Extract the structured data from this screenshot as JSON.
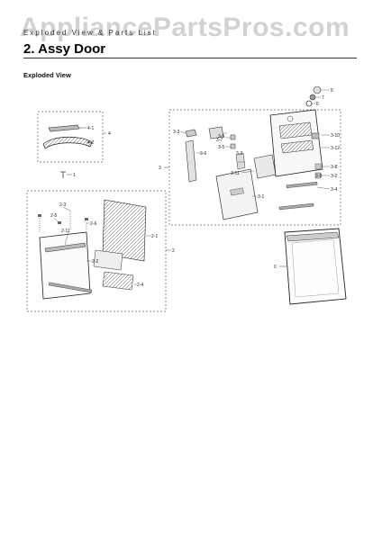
{
  "watermark": "AppliancePartsPros.com",
  "header": "Exploded View & Parts List",
  "section_title": "2.  Assy Door",
  "subtitle": "Exploded View",
  "callouts": {
    "c4_1": "4-1",
    "c4_2": "4-2",
    "c4": "4",
    "c1": "1",
    "c3_3": "3-3",
    "c3_7": "3-7",
    "c3_5": "3-5",
    "c3_6": "3-6",
    "c3_5b": "3-5",
    "c3_2": "3-2",
    "c3_11": "3-11",
    "c3_1": "3-1",
    "c3": "3",
    "c5": "5",
    "c7": "7",
    "c6": "6",
    "c3_10": "3-10",
    "c3_12": "3-12",
    "c3_8": "3-8",
    "c3_9": "3-9",
    "c3_2b": "3-2",
    "c3_4": "3-4",
    "c2_3": "2-3",
    "c2_5": "2-5",
    "c2_6": "2-6",
    "c2_11": "2-11",
    "c2_2": "2-2",
    "c2_1": "2-1",
    "c2_4": "2-4",
    "c2": "2",
    "c0": "0"
  }
}
